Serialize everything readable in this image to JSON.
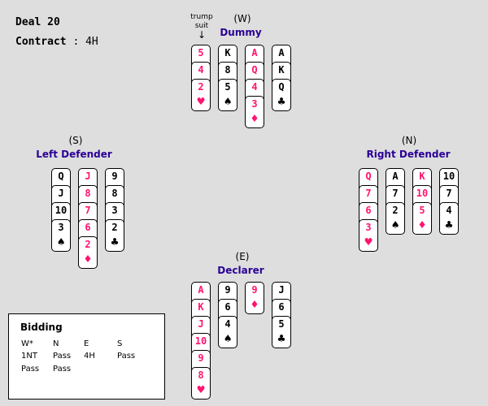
{
  "header": {
    "deal": "Deal 20",
    "contract_label": "Contract",
    "contract_sep": ":",
    "contract_value": "4H"
  },
  "trump_note": {
    "line1": "trump",
    "line2": "suit",
    "arrow": "↓"
  },
  "colors": {
    "red": "#ff1470",
    "black": "#000000",
    "title": "#2a0096"
  },
  "hands": {
    "west": {
      "position": "(W)",
      "role": "Dummy",
      "suits": [
        {
          "suit": "hearts",
          "cards": [
            "5",
            "4",
            "2"
          ]
        },
        {
          "suit": "spades",
          "cards": [
            "K",
            "8",
            "5"
          ]
        },
        {
          "suit": "diamonds",
          "cards": [
            "A",
            "Q",
            "4",
            "3"
          ]
        },
        {
          "suit": "clubs",
          "cards": [
            "A",
            "K",
            "Q"
          ]
        }
      ]
    },
    "south": {
      "position": "(S)",
      "role": "Left Defender",
      "suits": [
        {
          "suit": "spades",
          "cards": [
            "Q",
            "J",
            "10",
            "3"
          ]
        },
        {
          "suit": "diamonds",
          "cards": [
            "J",
            "8",
            "7",
            "6",
            "2"
          ]
        },
        {
          "suit": "clubs",
          "cards": [
            "9",
            "8",
            "3",
            "2"
          ]
        }
      ]
    },
    "north": {
      "position": "(N)",
      "role": "Right Defender",
      "suits": [
        {
          "suit": "hearts",
          "cards": [
            "Q",
            "7",
            "6",
            "3"
          ]
        },
        {
          "suit": "spades",
          "cards": [
            "A",
            "7",
            "2"
          ]
        },
        {
          "suit": "diamonds",
          "cards": [
            "K",
            "10",
            "5"
          ]
        },
        {
          "suit": "clubs",
          "cards": [
            "10",
            "7",
            "4"
          ]
        }
      ]
    },
    "east": {
      "position": "(E)",
      "role": "Declarer",
      "suits": [
        {
          "suit": "hearts",
          "cards": [
            "A",
            "K",
            "J",
            "10",
            "9",
            "8"
          ]
        },
        {
          "suit": "spades",
          "cards": [
            "9",
            "6",
            "4"
          ]
        },
        {
          "suit": "diamonds",
          "cards": [
            "9"
          ]
        },
        {
          "suit": "clubs",
          "cards": [
            "J",
            "6",
            "5"
          ]
        }
      ]
    }
  },
  "bidding": {
    "title": "Bidding",
    "headers": [
      "W*",
      "N",
      "E",
      "S"
    ],
    "rows": [
      [
        "1NT",
        "Pass",
        "4H",
        "Pass"
      ],
      [
        "Pass",
        "Pass",
        "",
        ""
      ]
    ]
  }
}
